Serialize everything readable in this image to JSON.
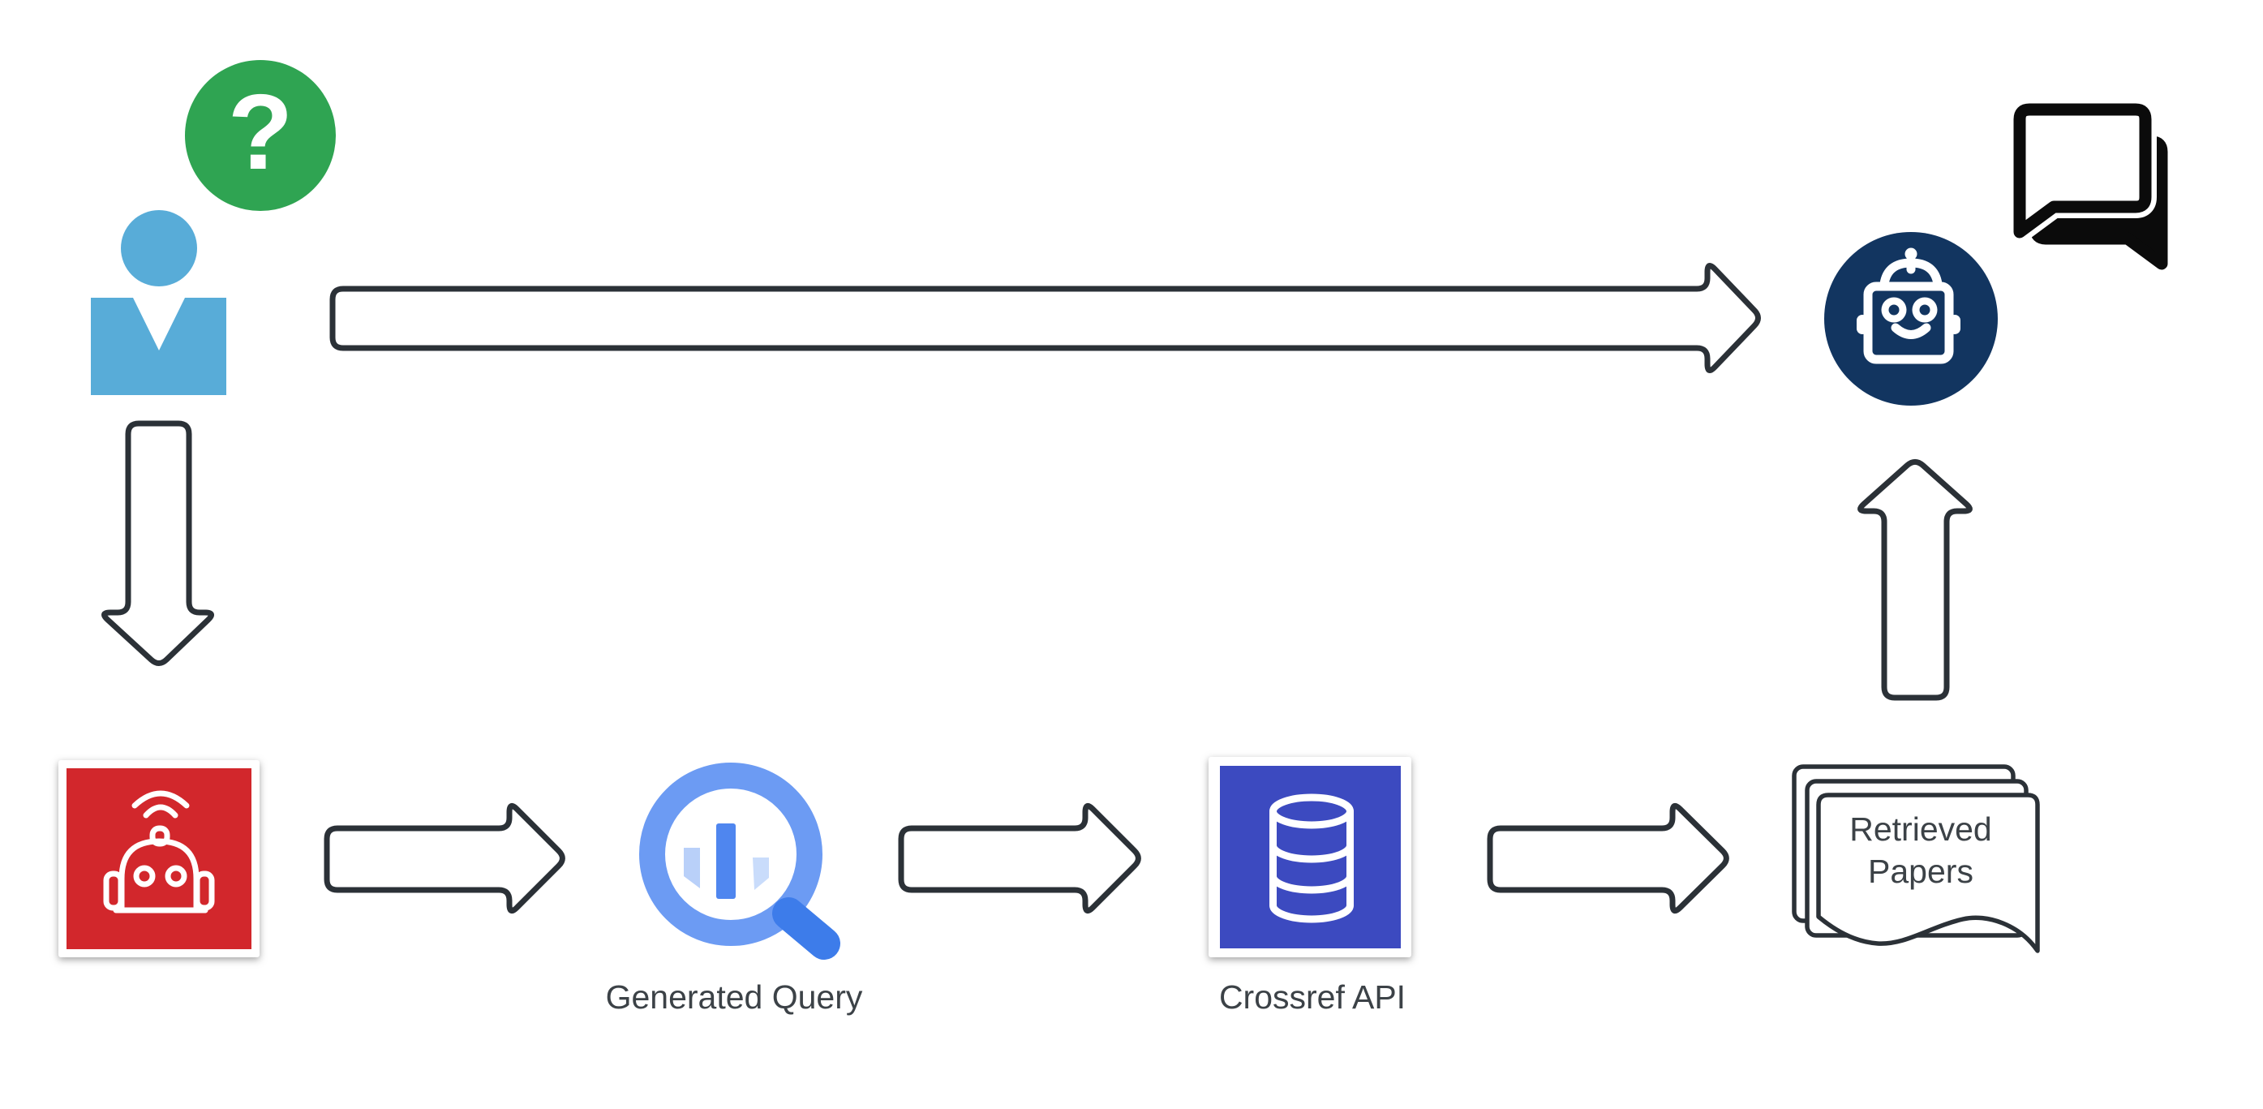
{
  "diagram": {
    "title_hint": "chat-bot literature retrieval flow",
    "labels": {
      "question_mark": "?",
      "generated_query": "Generated Query",
      "crossref_api": "Crossref API",
      "retrieved_papers": "Retrieved Papers"
    },
    "nodes": [
      {
        "name": "user",
        "icon": "person-icon"
      },
      {
        "name": "user-question",
        "icon": "question-mark-icon"
      },
      {
        "name": "query-bot",
        "icon": "robot-head-icon"
      },
      {
        "name": "generated-query",
        "icon": "search-bar-chart-icon",
        "label": "Generated Query"
      },
      {
        "name": "crossref-api",
        "icon": "database-icon",
        "label": "Crossref API"
      },
      {
        "name": "retrieved-papers",
        "icon": "stacked-papers-icon",
        "label": "Retrieved Papers"
      },
      {
        "name": "answer-bot",
        "icon": "chat-bot-icon"
      },
      {
        "name": "chat-reply",
        "icon": "speech-bubbles-icon"
      }
    ],
    "edges": [
      {
        "from": "user",
        "to": "answer-bot"
      },
      {
        "from": "user",
        "to": "query-bot"
      },
      {
        "from": "query-bot",
        "to": "generated-query"
      },
      {
        "from": "generated-query",
        "to": "crossref-api"
      },
      {
        "from": "crossref-api",
        "to": "retrieved-papers"
      },
      {
        "from": "retrieved-papers",
        "to": "answer-bot"
      }
    ],
    "colors": {
      "bg": "#ffffff",
      "green": "#2fa452",
      "person_blue": "#58acd8",
      "red": "#d2272c",
      "indigo": "#3c4ac0",
      "navy": "#123560",
      "ring_blue": "#6c9bf3",
      "handle_blue": "#3d7cea",
      "bar_blue": "#4f86ef",
      "bar_light": "#b9d0f9",
      "bar_lighter": "#c9dcfb",
      "outline": "#2b3137",
      "text": "#3c4247",
      "black": "#0b0b0b"
    }
  }
}
